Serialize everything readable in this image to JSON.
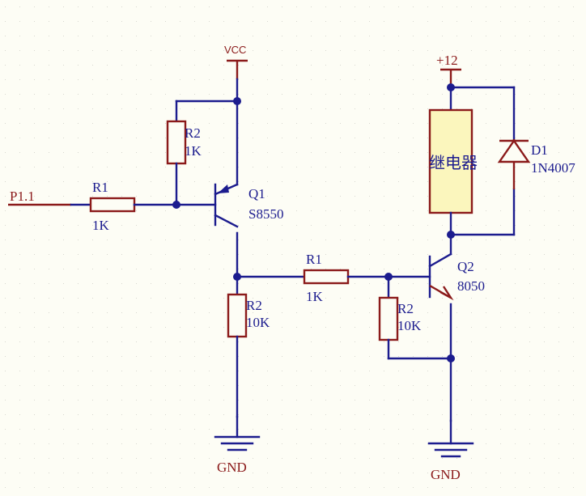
{
  "power": {
    "vcc": "VCC",
    "v12": "+12",
    "gnd_left": "GND",
    "gnd_right": "GND"
  },
  "input": {
    "net_label": "P1.1"
  },
  "components": {
    "r1_in": {
      "ref": "R1",
      "value": "1K"
    },
    "r2_top": {
      "ref": "R2",
      "value": "1K"
    },
    "q1": {
      "ref": "Q1",
      "value": "S8550"
    },
    "r2_bot": {
      "ref": "R2",
      "value": "10K"
    },
    "r1_mid": {
      "ref": "R1",
      "value": "1K"
    },
    "r2_q2": {
      "ref": "R2",
      "value": "10K"
    },
    "q2": {
      "ref": "Q2",
      "value": "8050"
    },
    "relay": {
      "label": "继电器"
    },
    "d1": {
      "ref": "D1",
      "value": "1N4007"
    }
  },
  "colors": {
    "wire": "#1c1c8e",
    "part": "#8b1a1a",
    "relay_fill": "#fbf6bd",
    "background": "#fdfdf5"
  }
}
